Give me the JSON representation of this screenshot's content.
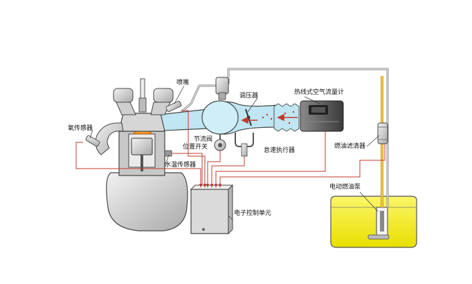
{
  "labels": {
    "injector": "喷嘴",
    "pressure_regulator": "调压器",
    "hot_wire_air_flow_meter": "热线式空气流量计",
    "oxygen_sensor": "氧传感器",
    "throttle_position_switch_line1": "节流阀",
    "throttle_position_switch_line2": "位置开关",
    "idle_speed_actuator": "怠速执行器",
    "coolant_temp_sensor": "水温传感器",
    "fuel_filter": "燃油滤清器",
    "electric_fuel_pump": "电动燃油泵",
    "ecu": "电子控制单元"
  },
  "colors": {
    "intake_air": "#bfe6f2",
    "fuel": "#f2ec1a",
    "fuel_line": "#d4a017",
    "signal_wire": "#c0392b",
    "engine_body": "#d0d0d0",
    "ecu_body": "#dadada"
  }
}
